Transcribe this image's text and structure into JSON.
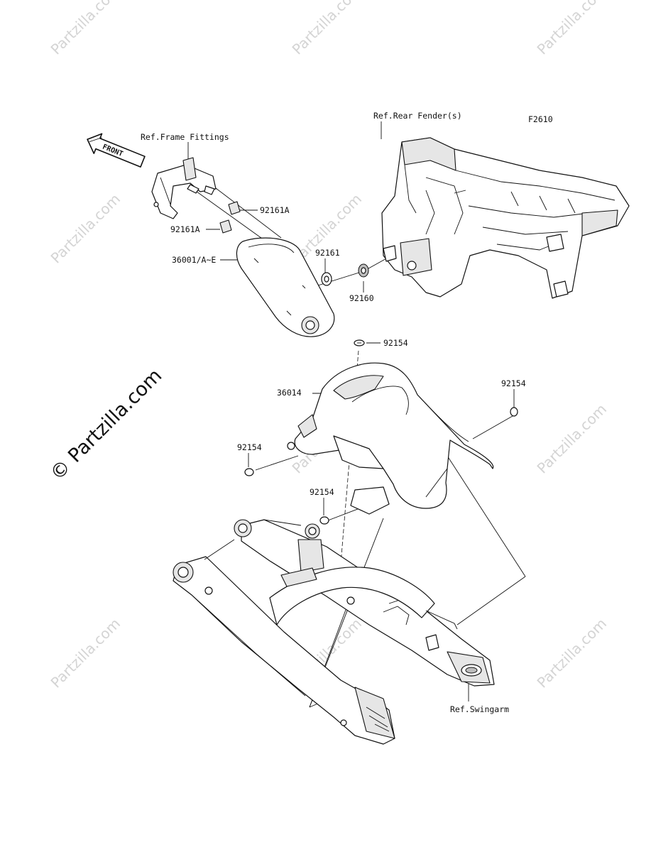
{
  "diagram": {
    "code": "F2610",
    "front_arrow": "FRONT",
    "refs": {
      "frame_fittings": "Ref.Frame Fittings",
      "rear_fender": "Ref.Rear Fender(s)",
      "swingarm": "Ref.Swingarm"
    },
    "parts": {
      "p92161A_1": "92161A",
      "p92161A_2": "92161A",
      "p36001": "36001/A~E",
      "p92161": "92161",
      "p92160": "92160",
      "p92154_top": "92154",
      "p36014": "36014",
      "p92154_right": "92154",
      "p92154_left": "92154",
      "p92154_lower": "92154"
    },
    "watermark_text": "Partzilla.com",
    "watermark_main": "© Partzilla.com",
    "colors": {
      "line": "#111111",
      "watermark": "#d4d4d4",
      "background": "#ffffff"
    }
  }
}
